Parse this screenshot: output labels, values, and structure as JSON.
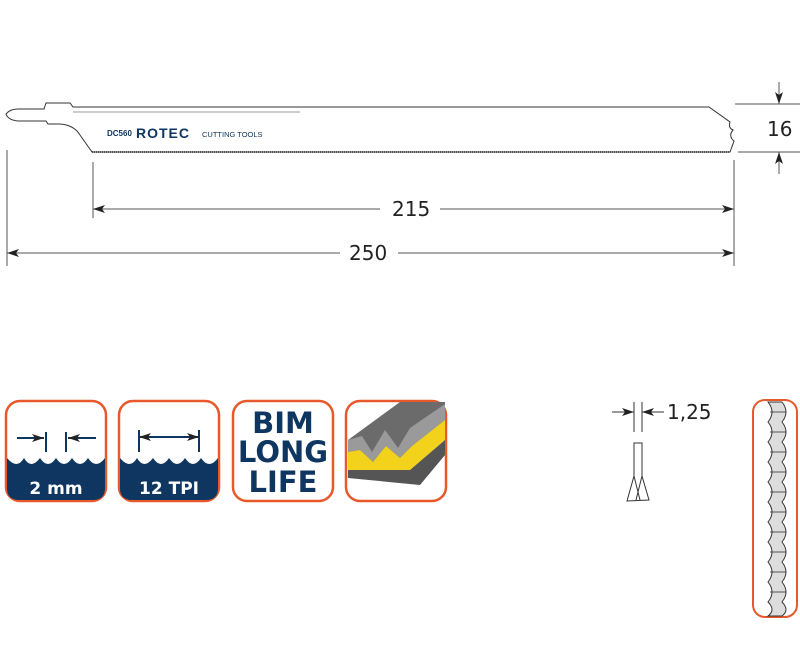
{
  "blade": {
    "code": "DC560",
    "brand": "ROTEC",
    "brand_suffix": "CUTTING TOOLS"
  },
  "dimensions": {
    "width": "16",
    "working_length": "215",
    "total_length": "250",
    "thickness": "1,25"
  },
  "icons": {
    "tooth_pitch": "2 mm",
    "tpi": "12 TPI",
    "material_line1": "BIM",
    "material_line2": "LONG",
    "material_line3": "LIFE"
  },
  "colors": {
    "navy": "#0f3660",
    "orange": "#e8582a",
    "yellow": "#f2d21b"
  }
}
